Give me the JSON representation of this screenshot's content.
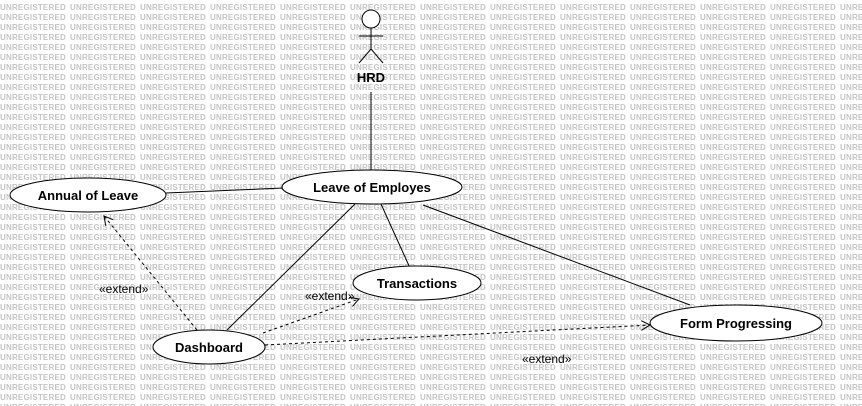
{
  "watermark": "UNREGISTERED",
  "actor": {
    "name": "HRD"
  },
  "use_cases": {
    "leave_of_employes": "Leave of Employes",
    "annual_of_leave": "Annual of Leave",
    "transactions": "Transactions",
    "dashboard": "Dashboard",
    "form_progressing": "Form Progressing"
  },
  "relations": {
    "extend_annual": "«extend»",
    "extend_transactions": "«extend»",
    "extend_form": "«extend»"
  }
}
